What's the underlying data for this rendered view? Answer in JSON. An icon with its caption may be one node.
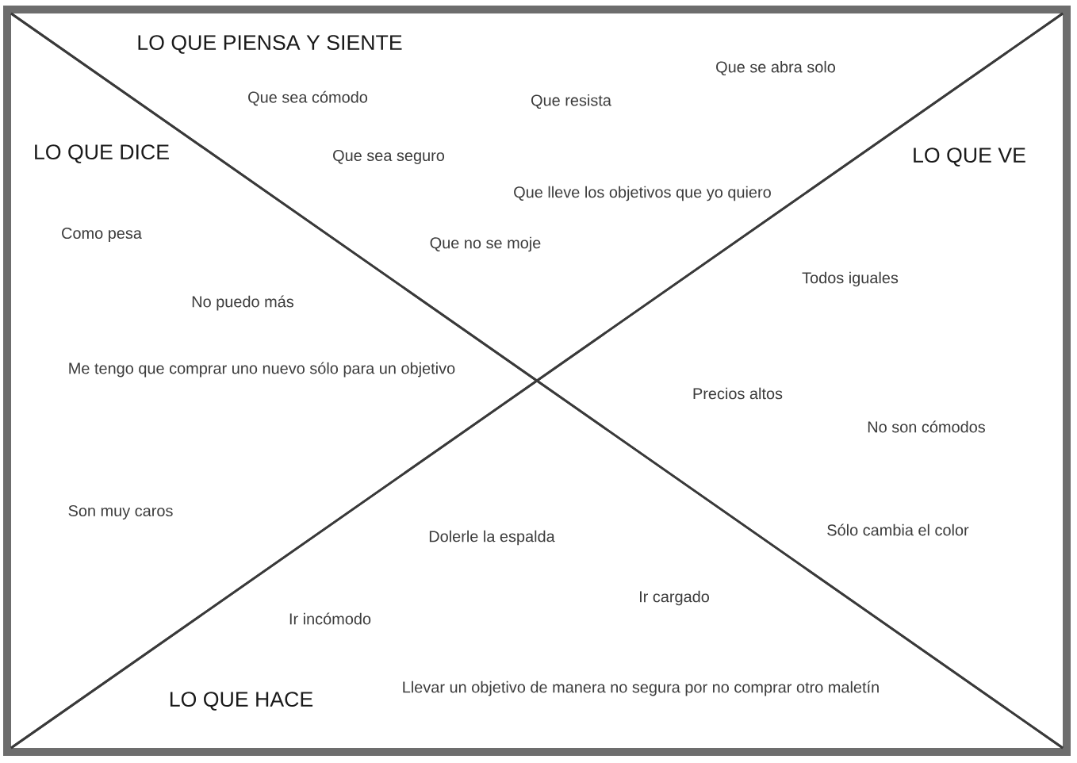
{
  "diagram": {
    "nodes": [
      {
        "text": [
          "LO QUE PIENSA Y SIENTE",
          "Que se abra solo",
          "Que sea cómodo",
          "Que resista",
          "Que sea seguro",
          "Que lleve los objetivos que yo quiero",
          "Que no se moje"
        ]
      },
      {
        "text": [
          "LO QUE DICE",
          "Como pesa",
          "No puedo más",
          "Me tengo que comprar uno nuevo sólo para un objetivo",
          "Son muy caros"
        ]
      },
      {
        "text": [
          "LO QUE VE",
          "Todos iguales",
          "Precios altos",
          "No son cómodos",
          "Sólo cambia el color"
        ]
      },
      {
        "text": [
          "LO QUE HACE",
          "Dolerle la espalda",
          "Ir cargado",
          "Ir incómodo",
          "Llevar un objetivo de manera no segura por no comprar otro maletín"
        ]
      }
    ]
  }
}
